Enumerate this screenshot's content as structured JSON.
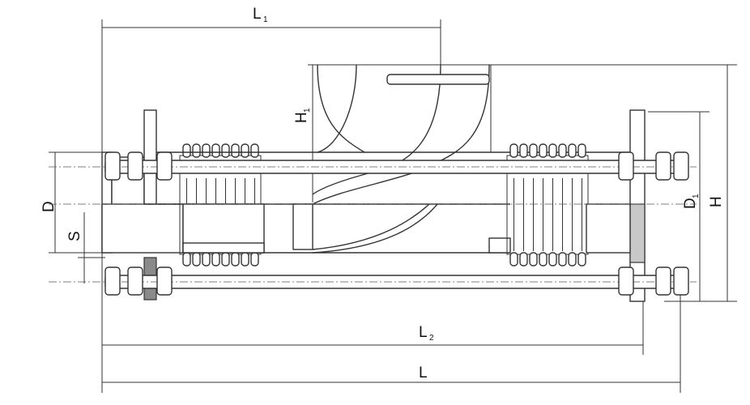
{
  "drawing": {
    "type": "technical-drawing",
    "subject": "pipe elbow with bellows expansion joints and tie rods",
    "dimension_labels": {
      "L1": {
        "main": "L",
        "sub": "1"
      },
      "H1": {
        "main": "H",
        "sub": "1"
      },
      "D": {
        "main": "D",
        "sub": ""
      },
      "S": {
        "main": "S",
        "sub": ""
      },
      "D1": {
        "main": "D",
        "sub": "1"
      },
      "H": {
        "main": "H",
        "sub": ""
      },
      "L2": {
        "main": "L",
        "sub": "2"
      },
      "L": {
        "main": "L",
        "sub": ""
      }
    },
    "colors": {
      "line": "#333333",
      "shade": "#c8c8c8",
      "dark_shade": "#8a8a8a",
      "background": "#ffffff"
    }
  }
}
